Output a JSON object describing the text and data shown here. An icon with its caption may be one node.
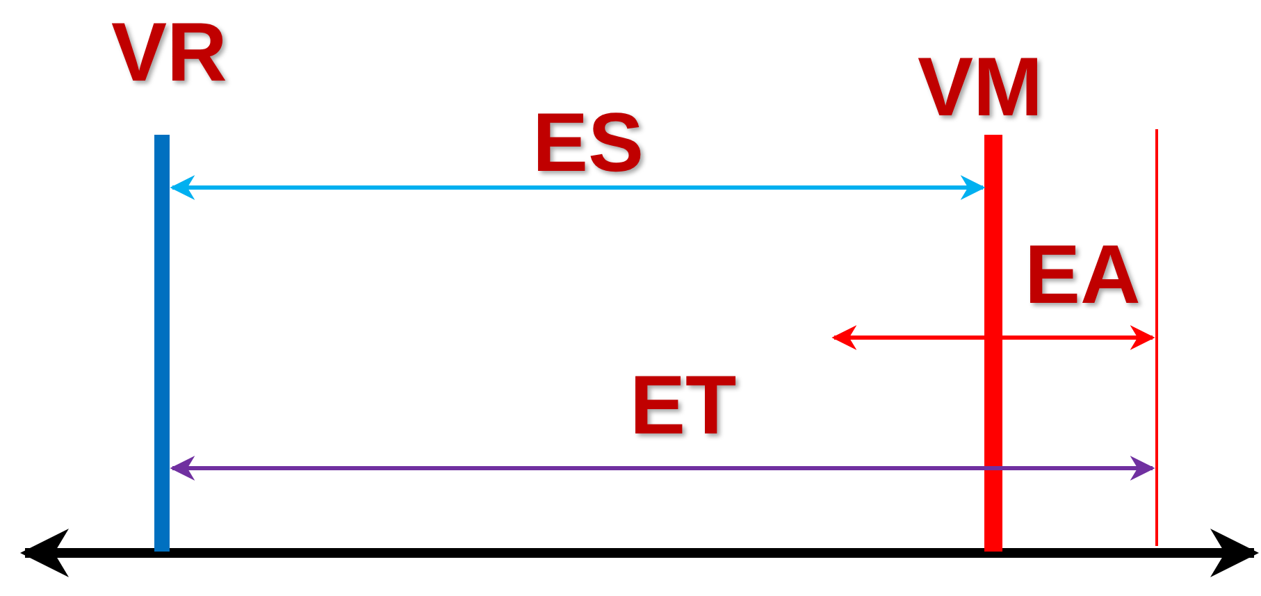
{
  "diagram": {
    "labels": [
      "VR",
      "VM",
      "ES",
      "EA",
      "ET"
    ]
  }
}
